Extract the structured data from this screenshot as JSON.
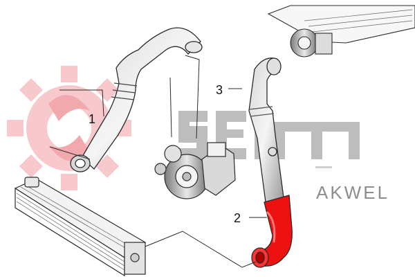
{
  "diagram": {
    "callouts": [
      {
        "label": "1"
      },
      {
        "label": "2"
      },
      {
        "label": "3"
      }
    ],
    "brand": {
      "logo_text": "seim",
      "word": "AKWEL"
    },
    "colors": {
      "highlight_part": "#ee1111",
      "gear_logo": "#f7c9cc",
      "logo_gray": "#b8b8b8",
      "line_art": "#2a2a2a"
    }
  }
}
